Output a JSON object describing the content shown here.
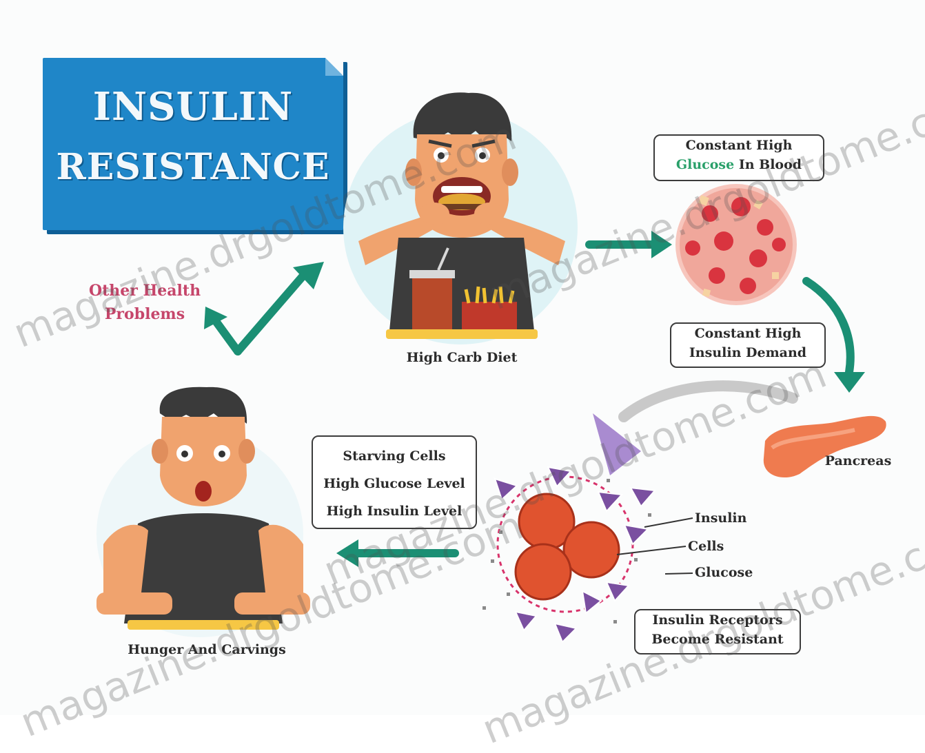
{
  "title": {
    "line1": "INSULIN",
    "line2": "RESISTANCE"
  },
  "stages": {
    "high_carb": "High Carb Diet",
    "hunger": "Hunger And Carvings",
    "pancreas": "Pancreas",
    "other_health": {
      "line1": "Other Health",
      "line2": "Problems"
    }
  },
  "boxes": {
    "glucose_blood": {
      "part1": "Constant High",
      "glucose_word": "Glucose",
      "part2": "In Blood"
    },
    "insulin_demand": {
      "line1": "Constant High",
      "line2": "Insulin Demand"
    },
    "starving": {
      "line1": "Starving Cells",
      "line2": "High Glucose Level",
      "line3": "High Insulin Level"
    },
    "receptors": {
      "line1": "Insulin Receptors",
      "line2": "Become Resistant"
    }
  },
  "legend": {
    "insulin": "Insulin",
    "cells": "Cells",
    "glucose": "Glucose"
  },
  "watermark": "magazine.drgoldtome.com",
  "colors": {
    "title_bg": "#1f86c8",
    "arrow": "#1b8f74",
    "cell": "#e0532f",
    "insulin": "#7a4fa0",
    "alert": "#c6466b"
  }
}
